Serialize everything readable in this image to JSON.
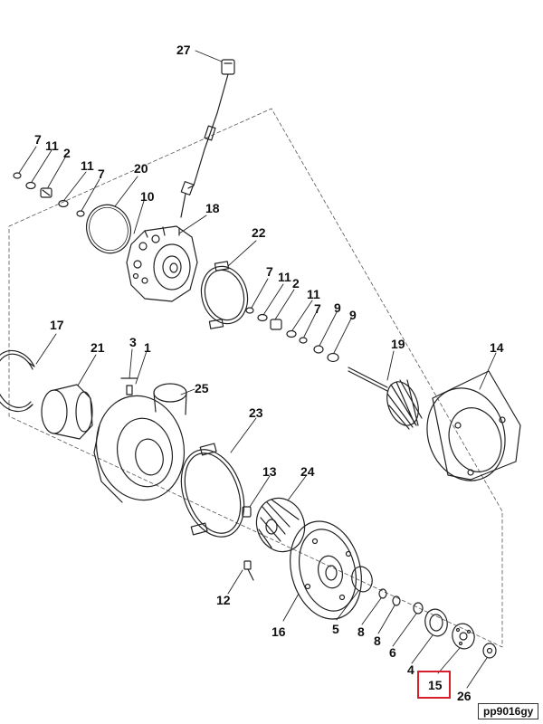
{
  "callouts": {
    "c27": "27",
    "c7a": "7",
    "c11a": "11",
    "c2a": "2",
    "c11b": "11",
    "c7b": "7",
    "c20": "20",
    "c10": "10",
    "c18": "18",
    "c22": "22",
    "c7c": "7",
    "c11c": "11",
    "c2b": "2",
    "c11d": "11",
    "c7d": "7",
    "c9a": "9",
    "c9b": "9",
    "c17": "17",
    "c21": "21",
    "c3": "3",
    "c1": "1",
    "c25": "25",
    "c19": "19",
    "c14": "14",
    "c23": "23",
    "c13": "13",
    "c24": "24",
    "c12": "12",
    "c16": "16",
    "c5": "5",
    "c8a": "8",
    "c8b": "8",
    "c6": "6",
    "c4": "4",
    "c15": "15",
    "c26": "26"
  },
  "reference_code": "pp9016gy",
  "highlight": {
    "item": "15",
    "color": "#d9202a"
  }
}
